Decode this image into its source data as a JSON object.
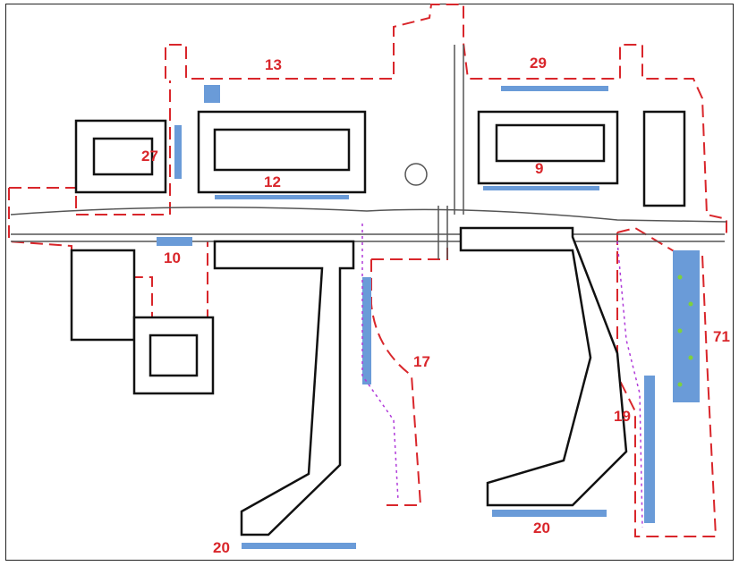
{
  "map": {
    "zone_labels": [
      "13",
      "29",
      "27",
      "12",
      "9",
      "10",
      "17",
      "19",
      "71",
      "20",
      "20"
    ]
  },
  "colors": {
    "boundary": "#d9262b",
    "building_outline": "#111111",
    "road": "#666666",
    "parking": "#6a9bd8",
    "path_accent": "#b03ad9",
    "tree": "#7fd13b",
    "label": "#d9262b"
  }
}
